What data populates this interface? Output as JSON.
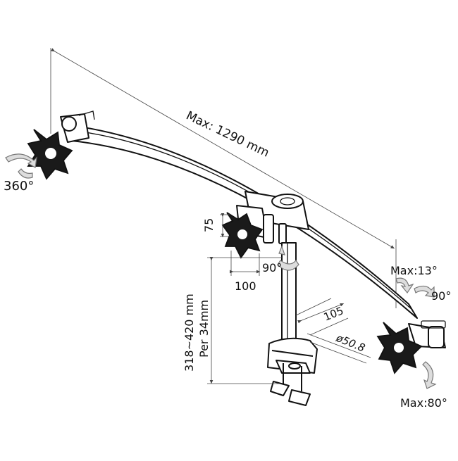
{
  "diagram": {
    "labels": {
      "max_length": "Max: 1290 mm",
      "rotation_left": "360°",
      "vesa_height": "75",
      "vesa_width": "100",
      "rotation_center": "90°",
      "pole_height": "318~420 mm",
      "pole_diameter_note": "Per 34mm",
      "clamp_depth": "105",
      "base_diameter": "ø50.8",
      "tilt_max": "Max:13°",
      "swivel_right": "90°",
      "tilt_bottom": "Max:80°"
    }
  }
}
